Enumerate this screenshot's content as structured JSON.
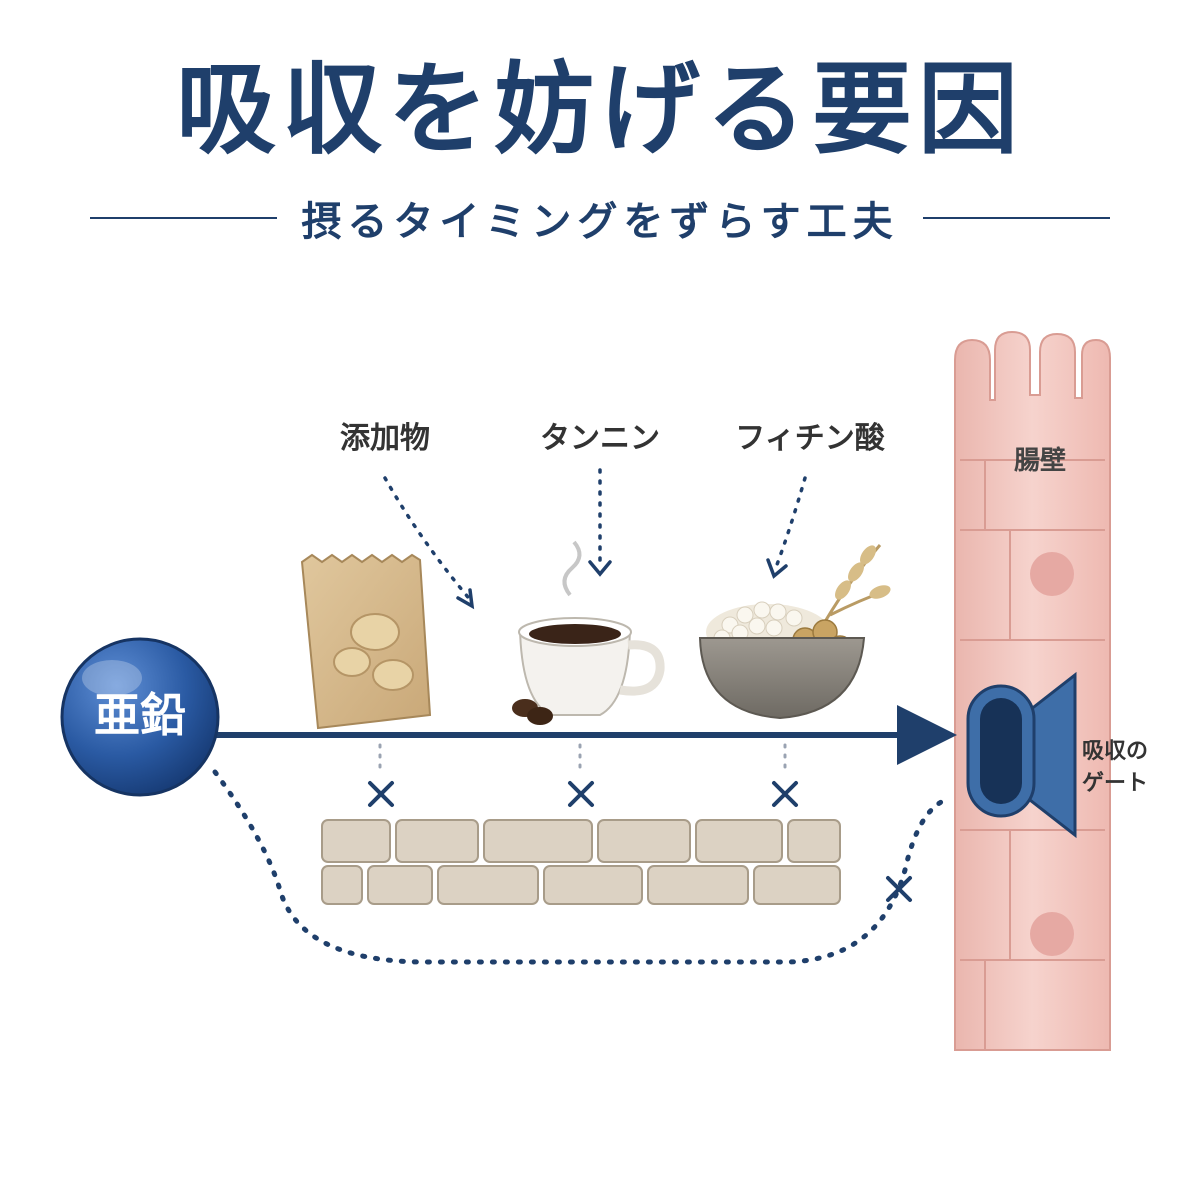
{
  "title": "吸収を妨げる要因",
  "subtitle": "摂るタイミングをずらす工夫",
  "inhibitors": [
    {
      "label": "添加物"
    },
    {
      "label": "タンニン"
    },
    {
      "label": "フィチン酸"
    }
  ],
  "zinc_label": "亜鉛",
  "gut_wall_label": "腸壁",
  "gate_label_line1": "吸収の",
  "gate_label_line2": "ゲート",
  "colors": {
    "navy": "#1f3f6b",
    "zinc_blue": "#2a5aa3",
    "gut_pink": "#f3c9c3",
    "brick": "#d9cfc0"
  }
}
